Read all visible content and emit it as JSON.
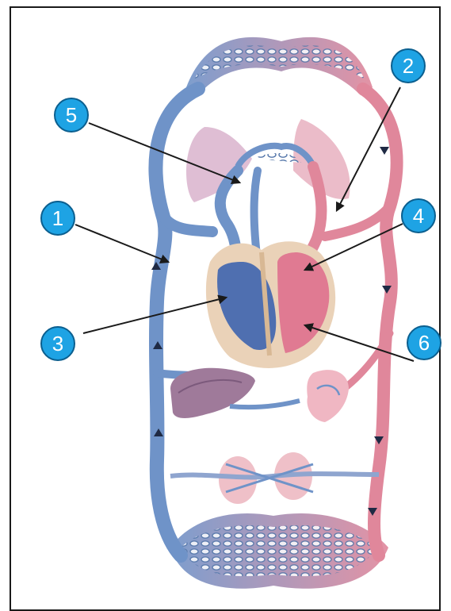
{
  "labels": [
    {
      "id": "label-1",
      "text": "1"
    },
    {
      "id": "label-2",
      "text": "2"
    },
    {
      "id": "label-3",
      "text": "3"
    },
    {
      "id": "label-4",
      "text": "4"
    },
    {
      "id": "label-5",
      "text": "5"
    },
    {
      "id": "label-6",
      "text": "6"
    }
  ],
  "colors": {
    "badge": "#1ea3e4",
    "badge_stroke": "#0b5f8f",
    "vein": "#6f93c8",
    "artery": "#e0879b",
    "leader": "#1a1a1a"
  }
}
